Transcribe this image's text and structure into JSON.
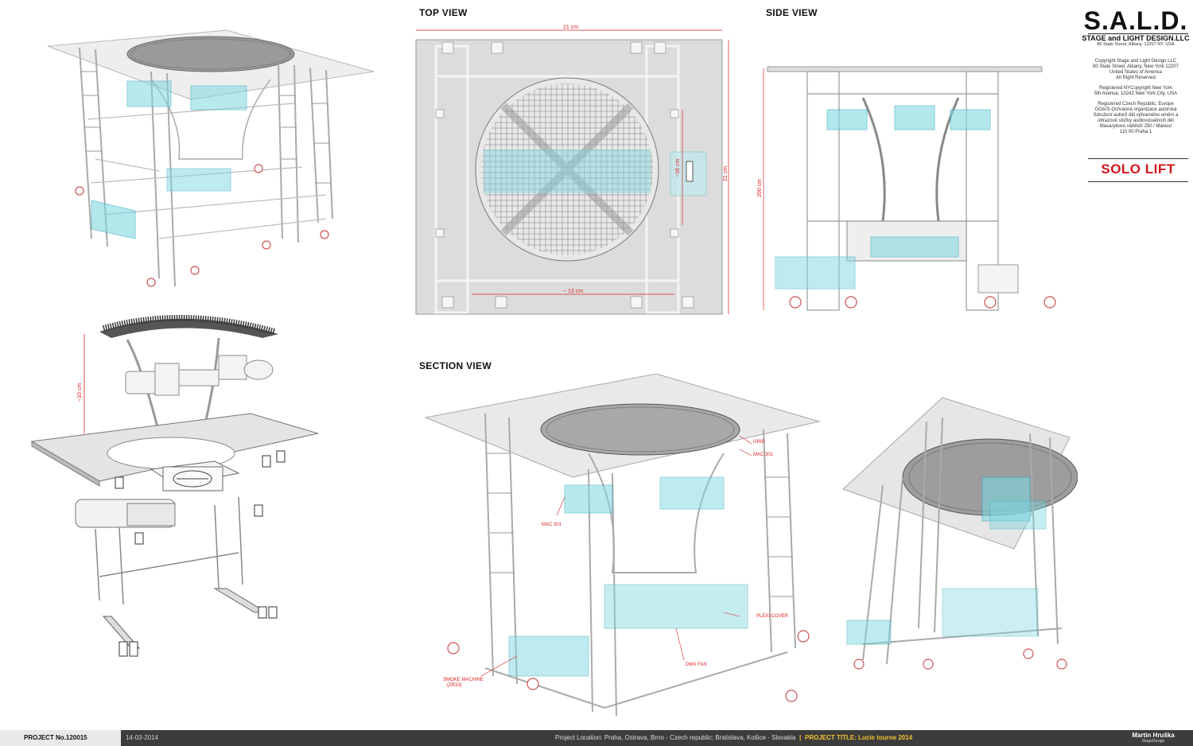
{
  "views": {
    "top": "TOP VIEW",
    "side": "SIDE VIEW",
    "section": "SECTION VIEW"
  },
  "dimensions": {
    "top_width": "21 cm",
    "top_height": "21 cm",
    "top_inner": "~16 cm",
    "top_bottom": "~ 13 cm",
    "side_height": "200 cm",
    "lift": "~10 cm"
  },
  "labels": {
    "mac301_a": "MAC 301",
    "mac301_b": "MAC 301",
    "grid": "GRID",
    "plexi": "PLEXI COVER",
    "dmx_fan": "DMX FAN",
    "smoke": "SMOKE MACHINE",
    "smoke_model": "(ZR33)"
  },
  "brand": {
    "logo": "S.A.L.D.",
    "company": "STAGE and LIGHT DESIGN.LLC",
    "address": "80 State Street, Albany, 12207 NY, USA",
    "copyright": [
      "Copyright Stage and Light Design.LLC",
      "80 State Street, Albany, New York 12207",
      "United States of America",
      "All Right Reserved"
    ],
    "registered_ny": [
      "Registered NYCopyright New York",
      "5th Avenue, 10242 New York City, USA"
    ],
    "registered_cz": [
      "Registered Czech Republic, Europe",
      "OOA/S-Ochranná organizace autorská",
      "Sdružení autorů děl výtvarného umění a",
      "obrazové složky audiovizuálních děl",
      "Masarykovo nábřeží 250 / Mánes/",
      "110 00 Praha 1"
    ],
    "product": "SOLO LIFT"
  },
  "footer": {
    "project_no": "PROJECT No.120015",
    "date": "14-03-2014",
    "location": "Project Location: Praha, Ostrava, Brno - Czech republic; Bratislava, Košice - Slovakia",
    "separator": "|",
    "project_title": "PROJECT TITLE: Lucie tourne 2014",
    "author": "Martin Hruška",
    "author_sub": "StageDesign"
  },
  "colors": {
    "accent_cyan": "#7fd8e0",
    "dim_red": "#d22222",
    "brand_red": "#d3171d",
    "footer_bg": "#3c3c3c",
    "title_gold": "#f2c230"
  }
}
